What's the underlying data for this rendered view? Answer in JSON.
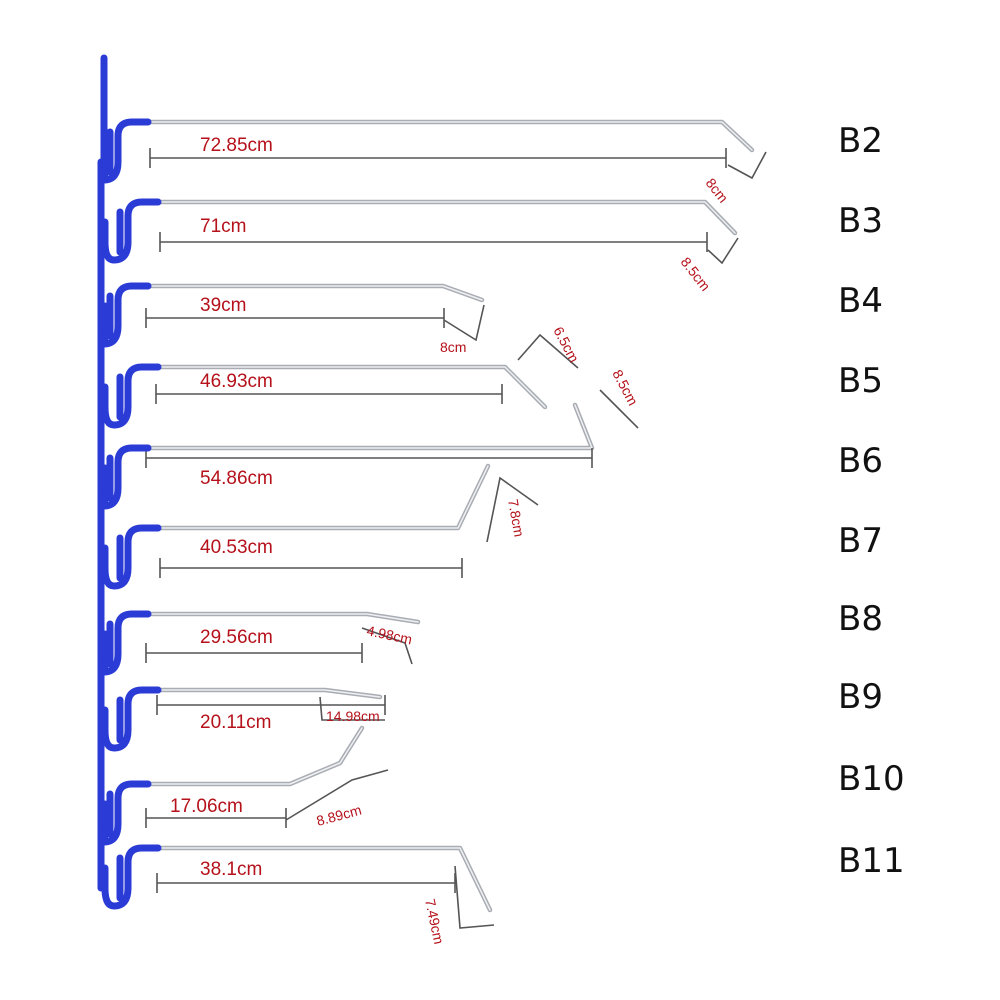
{
  "colors": {
    "handle": "#2b3bd6",
    "shaft": "#a9adb3",
    "annotation": "#b5121b",
    "dimension_line": "#555555",
    "rod_label": "#111111"
  },
  "rods": [
    {
      "label": "B2",
      "length": "72.85cm",
      "bend": "8cm"
    },
    {
      "label": "B3",
      "length": "71cm",
      "bend": "8.5cm"
    },
    {
      "label": "B4",
      "length": "39cm",
      "bend": "8cm"
    },
    {
      "label": "B5",
      "length": "46.93cm",
      "bend": "6.5cm"
    },
    {
      "label": "B6",
      "length": "54.86cm",
      "bend": "8.5cm"
    },
    {
      "label": "B7",
      "length": "40.53cm",
      "bend": "7.8cm"
    },
    {
      "label": "B8",
      "length": "29.56cm",
      "bend": "4.98cm"
    },
    {
      "label": "B9",
      "length": "20.11cm",
      "bend": "14.98cm"
    },
    {
      "label": "B10",
      "length": "17.06cm",
      "bend": "8.89cm"
    },
    {
      "label": "B11",
      "length": "38.1cm",
      "bend": "7.49cm"
    }
  ]
}
